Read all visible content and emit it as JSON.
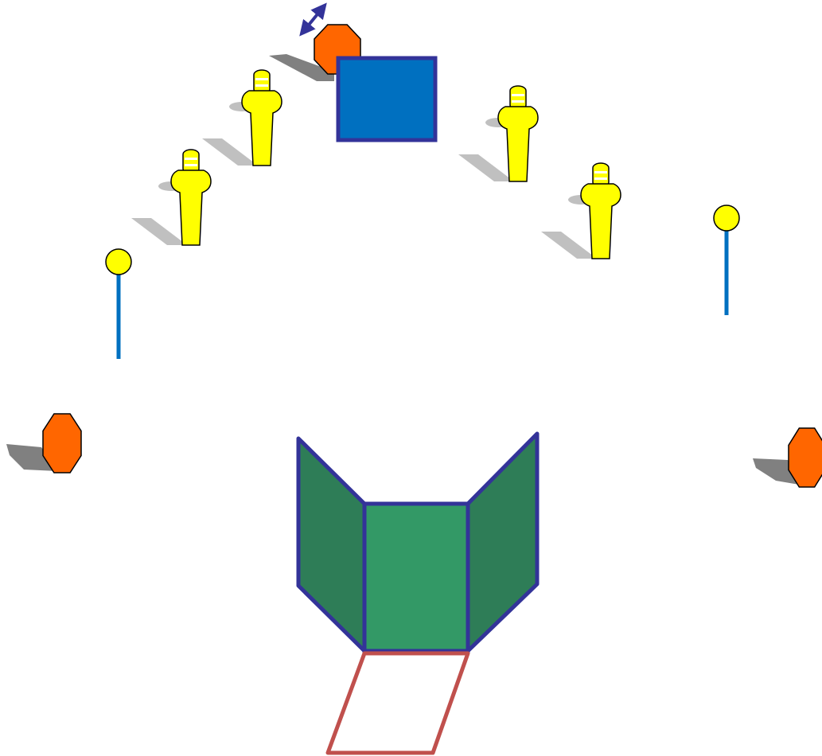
{
  "colors": {
    "background": "#ffffff",
    "target_fill": "#ffff00",
    "target_band": "#ffffff",
    "outline": "#000000",
    "shadow": "#c0c0c0",
    "steel_fill": "#ff6600",
    "steel_shadow": "#808080",
    "pole_fill": "#0070c0",
    "box_fill": "#0070c0",
    "box_stroke": "#333399",
    "wall_side": "#2e7d57",
    "wall_center": "#339966",
    "wall_stroke": "#333399",
    "fault_line": "#c0504d",
    "arrow": "#333399"
  },
  "elements": {
    "paper_targets": [
      "paper-target-1",
      "paper-target-2",
      "paper-target-3",
      "paper-target-4"
    ],
    "steel_plates": [
      "steel-plate-top",
      "steel-plate-left",
      "steel-plate-right"
    ],
    "poppers": [
      "popper-left",
      "popper-right"
    ],
    "movement_indicator": "double-arrow-icon",
    "shooting_box": "fault-line-box"
  }
}
